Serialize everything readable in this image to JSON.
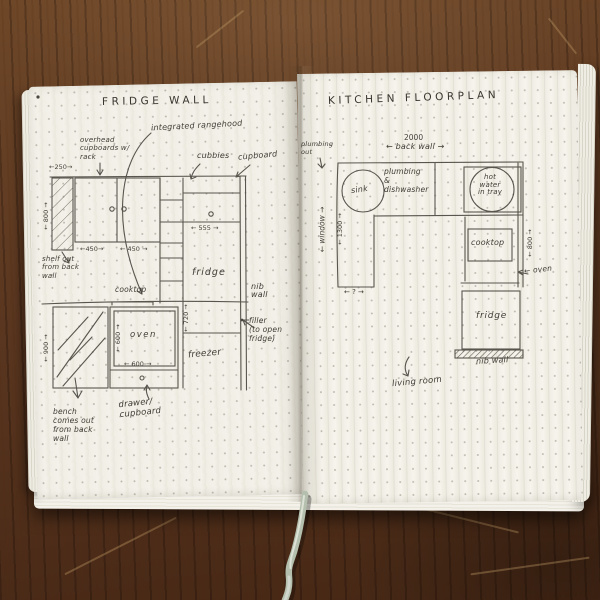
{
  "left": {
    "title": "FRIDGE WALL",
    "labels": {
      "rangehood": "integrated rangehood",
      "overhead_cupboards": "overhead\ncupboards w/\nrack",
      "cubbies": "cubbies",
      "cupboard": "cupboard",
      "shelf_note": "shelf out\nfrom back\nwall",
      "fridge": "fridge",
      "nib_wall": "nib\nwall",
      "filler": "filler\n(to open\nfridge)",
      "cooktop": "cooktop",
      "oven": "oven",
      "freezer": "freezer",
      "drawer": "drawer/\ncupboard",
      "bench_note": "bench\ncomes out\nfrom back\nwall"
    },
    "dims": {
      "shelf_w": "←250→",
      "shelf_h": "← 800 →",
      "cupboard_door_1": "←450→",
      "cupboard_door_2": "← 450 →",
      "fridge_w": "← 555 →",
      "oven_h": "← 600 →",
      "oven_w": "← 600 →",
      "freezer_h": "← 720 →",
      "window_h": "← 900 →"
    }
  },
  "right": {
    "title": "KITCHEN FLOORPLAN",
    "labels": {
      "plumbing_out": "plumbing\nout",
      "back_wall": "← back wall →",
      "sink": "sink",
      "plumbing_dw": "plumbing\n&\ndishwasher",
      "window": "← window →",
      "hot_water": "hot\nwater\nin tray",
      "cooktop": "cooktop",
      "oven": "← oven",
      "fridge": "fridge",
      "nib_wall": "nib wall",
      "living_room": "living room"
    },
    "dims": {
      "back_wall_len": "2000",
      "window_len": "← 1300 →",
      "gap": "← ? →",
      "side_wall": "← 800 →"
    }
  },
  "colors": {
    "paper": "#f2f0e7",
    "ink": "#45433c",
    "wood": "#5b3720",
    "bookmark": "#b4bfad"
  }
}
